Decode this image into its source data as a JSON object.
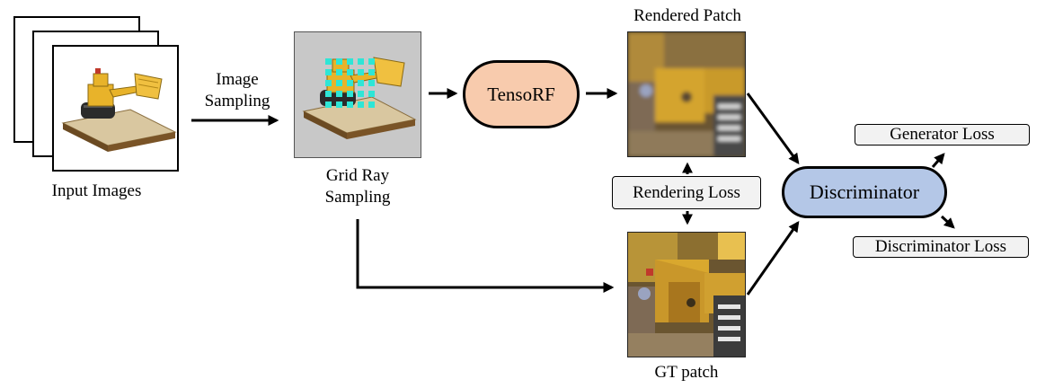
{
  "labels": {
    "input_images": "Input Images",
    "image_sampling_line1": "Image",
    "image_sampling_line2": "Sampling",
    "grid_ray_line1": "Grid Ray",
    "grid_ray_line2": "Sampling",
    "tensorf": "TensoRF",
    "rendered_patch": "Rendered Patch",
    "rendering_loss": "Rendering Loss",
    "gt_patch": "GT patch",
    "discriminator": "Discriminator",
    "generator_loss": "Generator Loss",
    "discriminator_loss": "Discriminator Loss"
  },
  "colors": {
    "tensorf_fill": "#f8cbad",
    "discriminator_fill": "#b4c7e7",
    "loss_fill": "#f2f2f2",
    "grid_cyan": "#2ee6d6",
    "sampling_bg": "#c8c8c8",
    "lego_yellow": "#e8b32a"
  }
}
